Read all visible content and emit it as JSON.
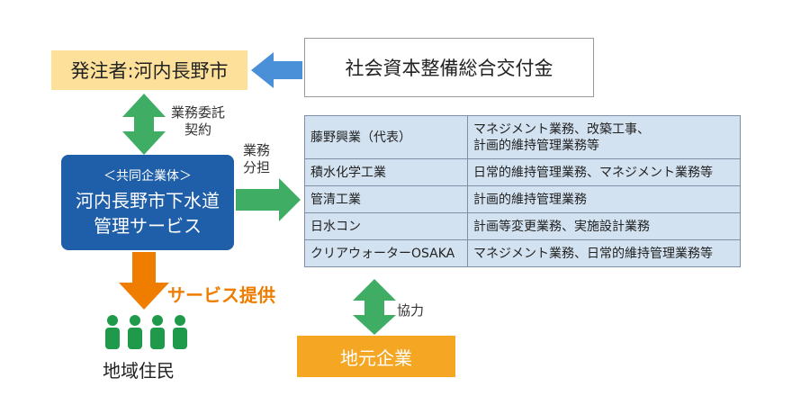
{
  "client": {
    "label": "発注者:河内長野市"
  },
  "grant": {
    "label": "社会資本整備総合交付金"
  },
  "contract": {
    "line1": "業務委託",
    "line2": "契約"
  },
  "division": {
    "line1": "業務",
    "line2": "分担"
  },
  "jv": {
    "sub": "＜共同企業体＞",
    "line1": "河内長野市下水道",
    "line2": "管理サービス"
  },
  "members": [
    {
      "company": "藤野興業（代表）",
      "role_line1": "マネジメント業務、改築工事、",
      "role_line2": "計画的維持管理業務等"
    },
    {
      "company": "積水化学工業",
      "role_line1": "日常的維持管理業務、マネジメント業務等",
      "role_line2": ""
    },
    {
      "company": "管清工業",
      "role_line1": "計画的維持管理業務",
      "role_line2": ""
    },
    {
      "company": "日水コン",
      "role_line1": "計画等変更業務、実施設計業務",
      "role_line2": ""
    },
    {
      "company": "クリアウォーターOSAKA",
      "role_line1": "マネジメント業務、日常的維持管理業務等",
      "role_line2": ""
    }
  ],
  "service": {
    "label": "サービス提供"
  },
  "residents": {
    "label": "地域住民"
  },
  "local": {
    "label": "地元企業"
  },
  "cooperation": {
    "label": "協力"
  },
  "colors": {
    "client_fill": "#fde19a",
    "jv_fill": "#1f5ea8",
    "arrow_green": "#3fae64",
    "arrow_blue": "#4a90d9",
    "arrow_orange": "#ee7d00",
    "table_fill": "#d3e2f1",
    "local_fill": "#f5a623",
    "people": "#1e9a4a"
  },
  "icons": [
    "bidirectional-arrow-icon",
    "left-arrow-icon",
    "right-arrow-icon",
    "down-arrow-icon",
    "person-icon"
  ]
}
